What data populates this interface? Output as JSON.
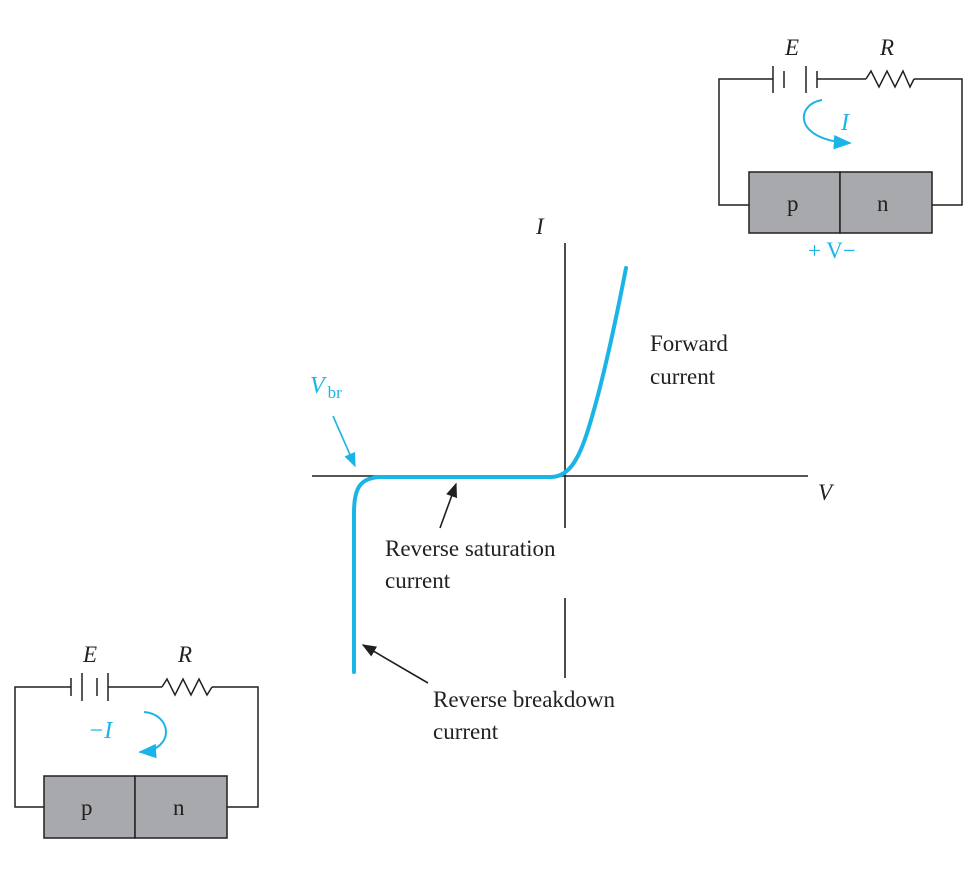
{
  "colors": {
    "accent": "#1ab4e6",
    "ink": "#231f20",
    "junction_fill": "#a7a9ac"
  },
  "graph": {
    "y_axis_label": "I",
    "x_axis_label": "V",
    "forward_label_line1": "Forward",
    "forward_label_line2": "current",
    "breakdown_voltage_label": "V",
    "breakdown_voltage_sub": "br",
    "saturation_label_line1": "Reverse saturation",
    "saturation_label_line2": "current",
    "breakdown_label_line1": "Reverse breakdown",
    "breakdown_label_line2": "current"
  },
  "forward_circuit": {
    "source_label": "E",
    "resistor_label": "R",
    "current_label": "I",
    "p_label": "p",
    "n_label": "n",
    "voltage_label": "+ V−"
  },
  "reverse_circuit": {
    "source_label": "E",
    "resistor_label": "R",
    "current_label": "−I",
    "p_label": "p",
    "n_label": "n"
  }
}
